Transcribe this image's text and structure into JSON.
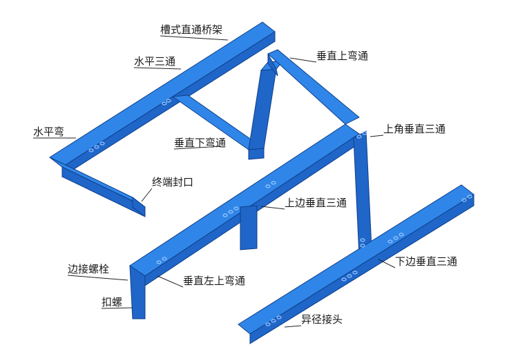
{
  "colors": {
    "tray_top": "#2f86e8",
    "tray_side": "#1f66c8",
    "tray_edge": "#0f3f8a",
    "hole": "#9cc8ff",
    "leader": "#222222"
  },
  "labels": [
    {
      "id": "cao-shi-zhi-tong-qiao-jia",
      "text": "槽式直通桥架"
    },
    {
      "id": "shui-ping-san-tong",
      "text": "水平三通"
    },
    {
      "id": "chui-zhi-shang-wan-tong",
      "text": "垂直上弯通"
    },
    {
      "id": "shui-ping-wan",
      "text": "水平弯"
    },
    {
      "id": "chui-zhi-xia-wan-tong",
      "text": "垂直下弯通"
    },
    {
      "id": "shang-jiao-chui-zhi-san-tong",
      "text": "上角垂直三通"
    },
    {
      "id": "zhong-duan-feng-kou",
      "text": "终端封口"
    },
    {
      "id": "shang-bian-chui-zhi-san-tong",
      "text": "上边垂直三通"
    },
    {
      "id": "bian-jie-luo-shuan",
      "text": "边接螺栓"
    },
    {
      "id": "chui-zhi-zuo-shang-wan-tong",
      "text": "垂直左上弯通"
    },
    {
      "id": "xia-bian-chui-zhi-san-tong",
      "text": "下边垂直三通"
    },
    {
      "id": "kou-luo",
      "text": "扣螺"
    },
    {
      "id": "yi-jing-jie-tou",
      "text": "异径接头"
    }
  ]
}
